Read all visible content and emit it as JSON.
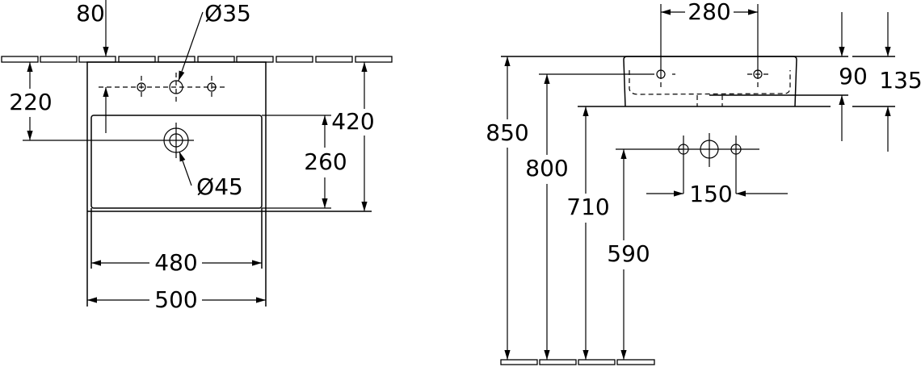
{
  "front_view": {
    "dim_tap_offset": "80",
    "dim_tap_hole": "Ø35",
    "dim_drain_height": "220",
    "dim_drain_hole": "Ø45",
    "dim_bowl_depth": "260",
    "dim_total_depth": "420",
    "dim_bowl_width": "480",
    "dim_total_width": "500"
  },
  "side_view": {
    "dim_hole_spacing": "280",
    "dim_rim_height": "850",
    "dim_hole_height": "800",
    "dim_underside_height": "710",
    "dim_tap_height": "590",
    "dim_bowl_depth": "90",
    "dim_total_height": "135",
    "dim_tap_spacing": "150"
  }
}
